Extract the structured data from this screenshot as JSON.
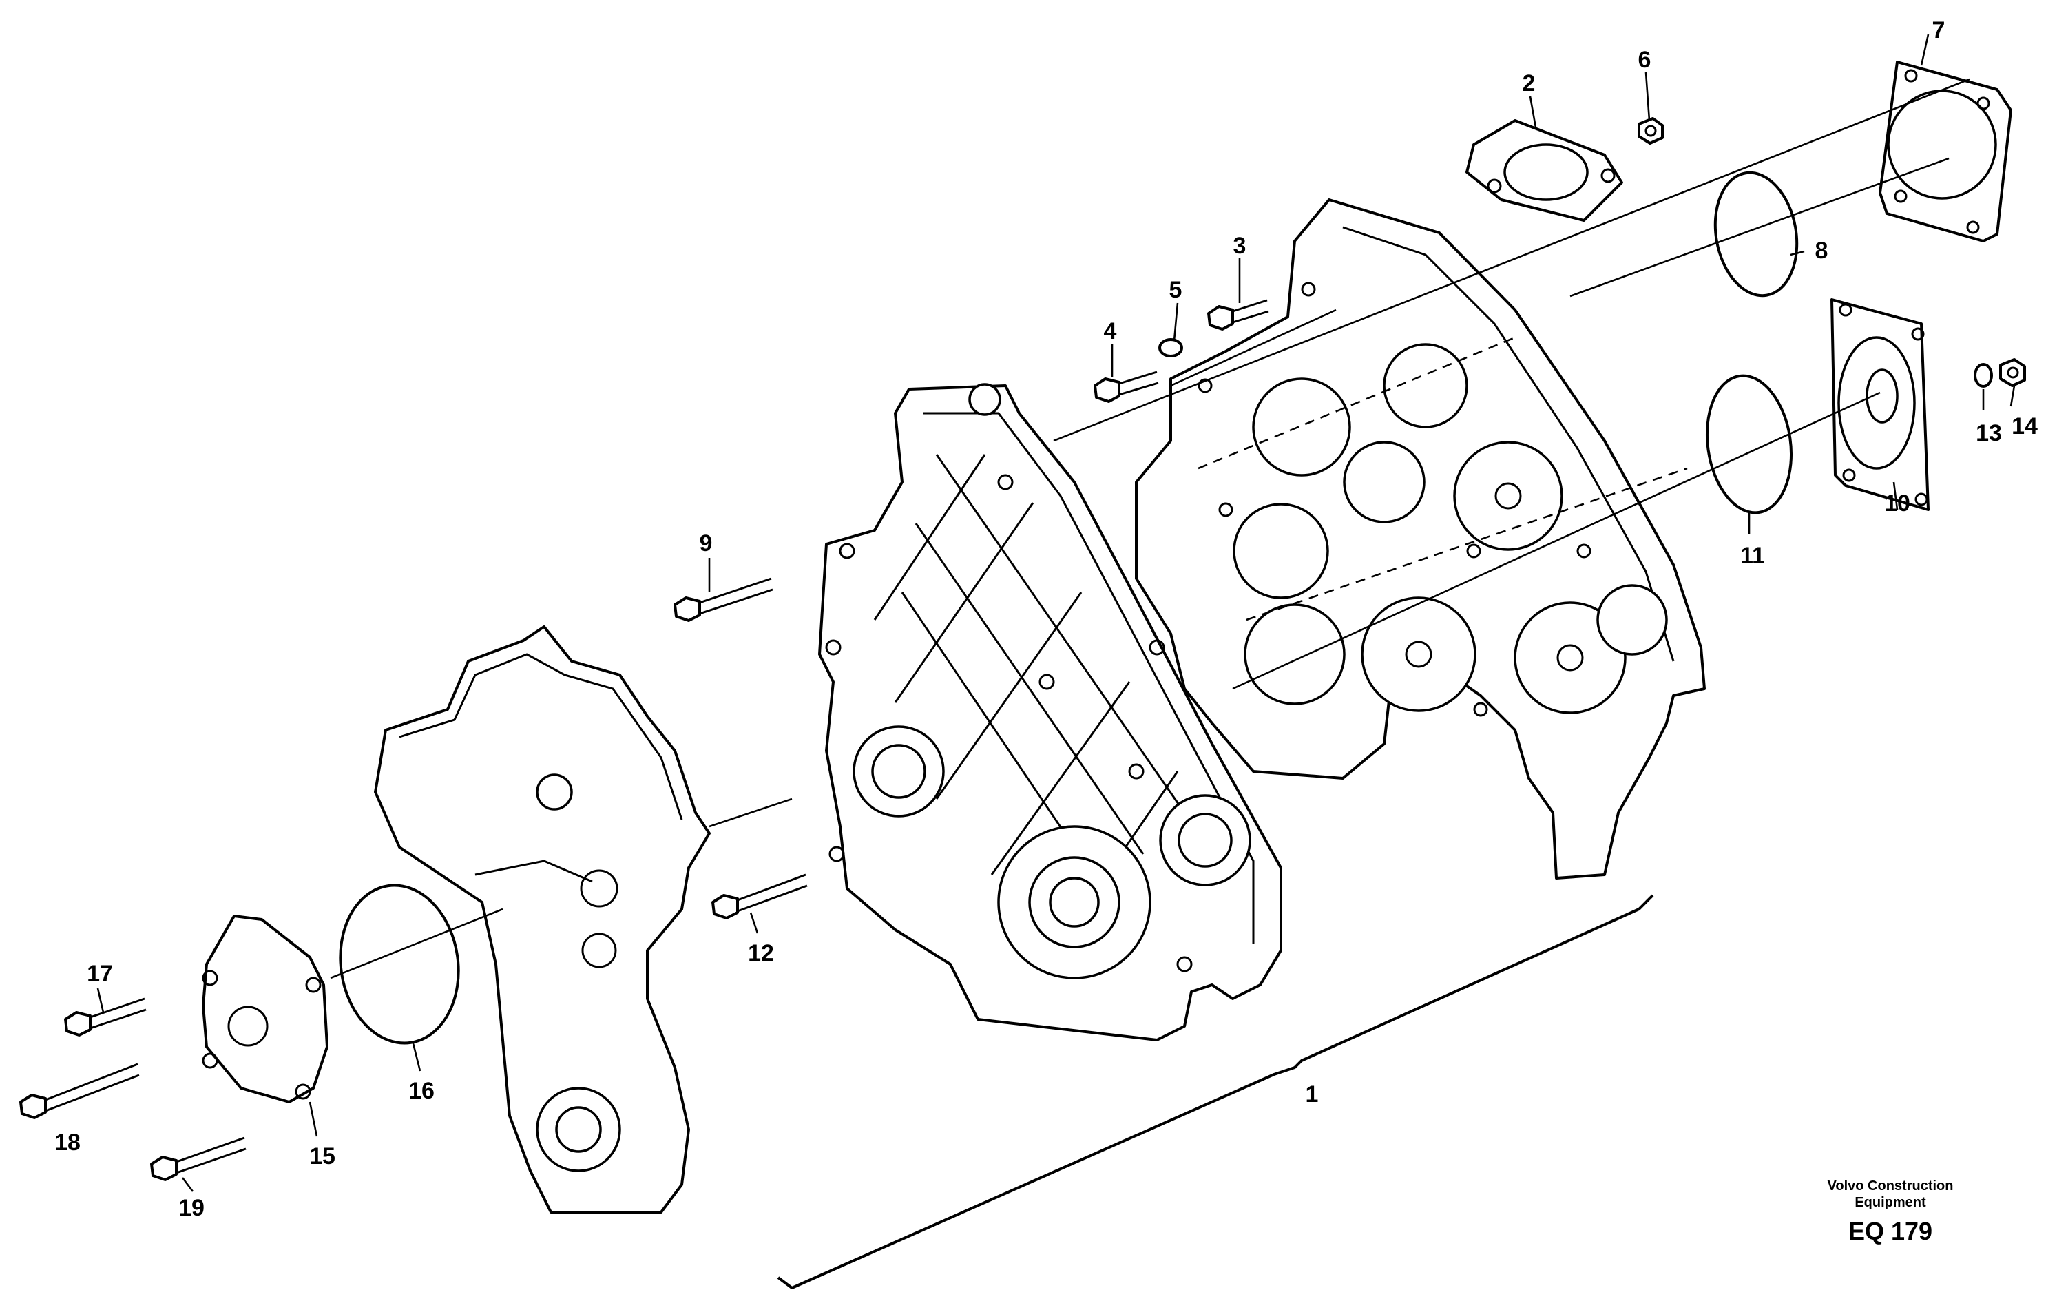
{
  "callouts": {
    "c1": "1",
    "c2": "2",
    "c3": "3",
    "c4": "4",
    "c5": "5",
    "c6": "6",
    "c7": "7",
    "c8": "8",
    "c9": "9",
    "c10": "10",
    "c11": "11",
    "c12": "12",
    "c13": "13",
    "c14": "14",
    "c15": "15",
    "c16": "16",
    "c17": "17",
    "c18": "18",
    "c19": "19"
  },
  "brand": {
    "line1": "Volvo Construction",
    "line2": "Equipment",
    "code": "EQ 179"
  }
}
